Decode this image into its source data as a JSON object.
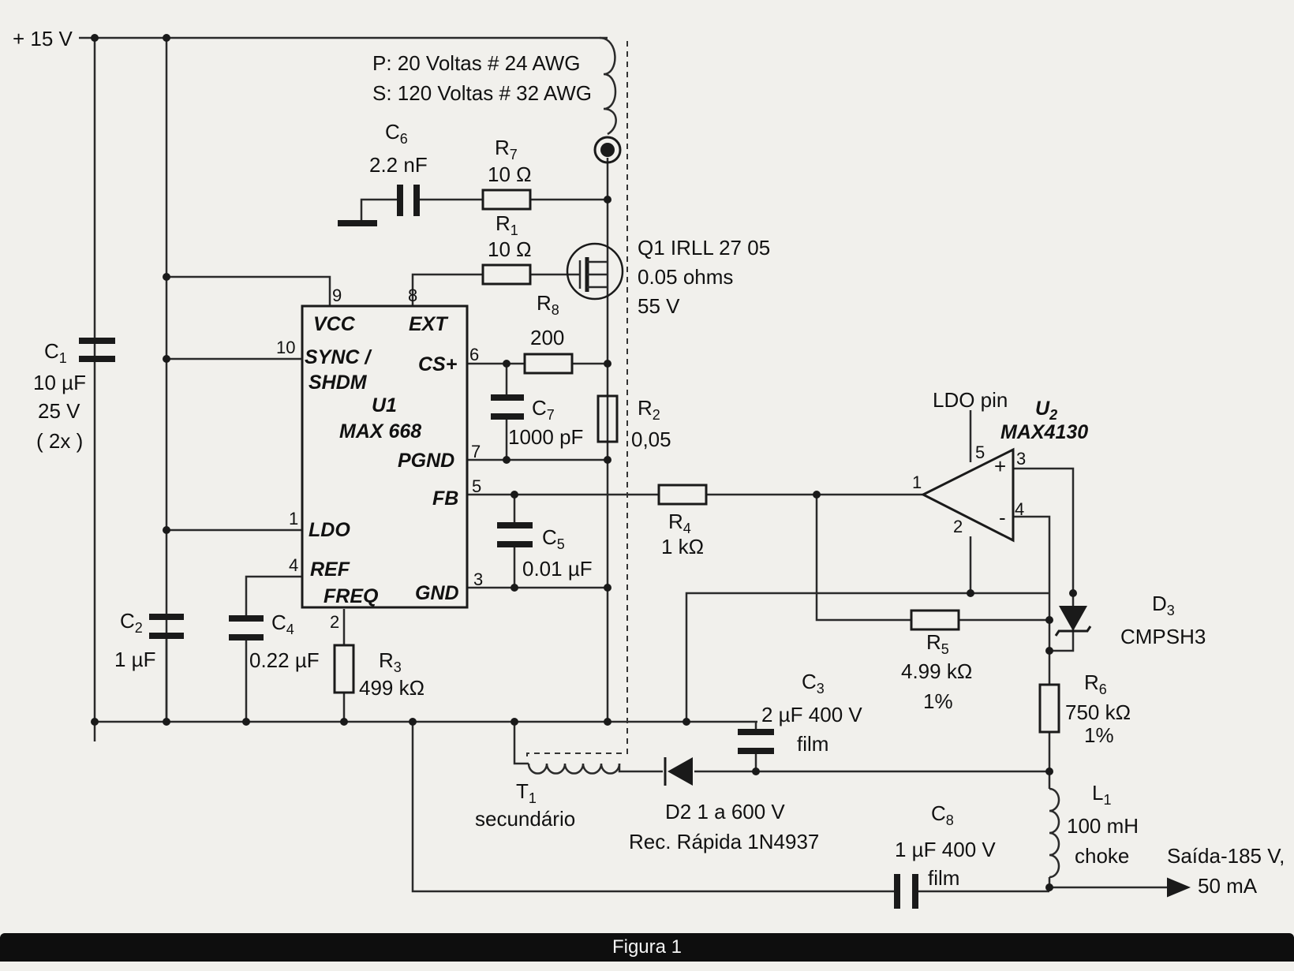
{
  "supply": "+ 15 V",
  "transformer": {
    "primary": "P: 20 Voltas # 24 AWG",
    "secondary": "S: 120 Voltas # 32 AWG",
    "ref": "T",
    "ref_sub": "1",
    "sec_label": "secundário"
  },
  "c6": {
    "ref": "C",
    "sub": "6",
    "value": "2.2 nF"
  },
  "r7": {
    "ref": "R",
    "sub": "7",
    "value": "10 Ω"
  },
  "r1": {
    "ref": "R",
    "sub": "1",
    "value": "10 Ω"
  },
  "q1": {
    "name": "Q1 IRLL 27 05",
    "rds": "0.05 ohms",
    "vds": "55 V"
  },
  "r8": {
    "ref": "R",
    "sub": "8",
    "value": "200"
  },
  "c7": {
    "ref": "C",
    "sub": "7",
    "value": "1000 pF"
  },
  "r2": {
    "ref": "R",
    "sub": "2",
    "value": "0,05"
  },
  "c1": {
    "ref": "C",
    "sub": "1",
    "value": "10 µF",
    "voltage": "25 V",
    "qty": "( 2x )"
  },
  "u1": {
    "ref": "U1",
    "part": "MAX 668",
    "pins": {
      "vcc": "VCC",
      "ext": "EXT",
      "sync": "SYNC /",
      "shdm": "SHDM",
      "csp": "CS+",
      "pgnd": "PGND",
      "fb": "FB",
      "ldo": "LDO",
      "ref": "REF",
      "freq": "FREQ",
      "gnd": "GND"
    },
    "pin_numbers": {
      "p9": "9",
      "p8": "8",
      "p10": "10",
      "p6": "6",
      "p7": "7",
      "p5": "5",
      "p1": "1",
      "p4": "4",
      "p2": "2",
      "p3": "3"
    }
  },
  "c5": {
    "ref": "C",
    "sub": "5",
    "value": "0.01 µF"
  },
  "c2": {
    "ref": "C",
    "sub": "2",
    "value": "1 µF"
  },
  "c4": {
    "ref": "C",
    "sub": "4",
    "value": "0.22 µF"
  },
  "r3": {
    "ref": "R",
    "sub": "3",
    "value": "499 kΩ"
  },
  "r4": {
    "ref": "R",
    "sub": "4",
    "value": "1 kΩ"
  },
  "u2": {
    "ldo_label": "LDO pin",
    "ref": "U",
    "ref_sub": "2",
    "part": "MAX4130",
    "plus": "+",
    "minus": "-",
    "pin_numbers": {
      "p1": "1",
      "p2": "2",
      "p3": "3",
      "p4": "4",
      "p5": "5"
    }
  },
  "d3": {
    "ref": "D",
    "sub": "3",
    "part": "CMPSH3"
  },
  "r5": {
    "ref": "R",
    "sub": "5",
    "value": "4.99 kΩ",
    "tol": "1%"
  },
  "r6": {
    "ref": "R",
    "sub": "6",
    "value": "750 kΩ",
    "tol": "1%"
  },
  "c3": {
    "ref": "C",
    "sub": "3",
    "value": "2 µF 400 V",
    "type": "film"
  },
  "d2": {
    "line1": "D2 1 a 600 V",
    "line2": "Rec. Rápida 1N4937"
  },
  "l1": {
    "ref": "L",
    "sub": "1",
    "value": "100 mH",
    "type": "choke"
  },
  "c8": {
    "ref": "C",
    "sub": "8",
    "value": "1 µF 400 V",
    "type": "film"
  },
  "output": {
    "line1": "Saída-185 V,",
    "line2": "50 mA"
  },
  "caption": "Figura 1"
}
